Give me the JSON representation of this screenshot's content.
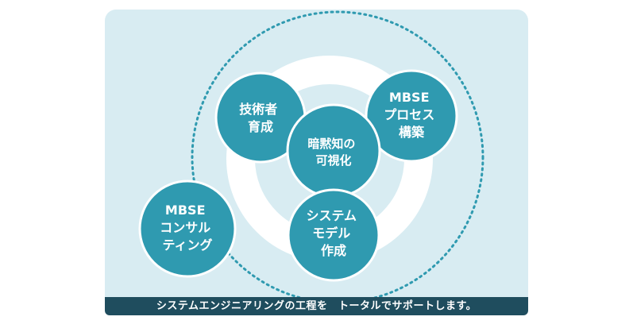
{
  "colors": {
    "panel_background": "#d8ecf2",
    "ring": "#ffffff",
    "circle_fill": "#2f9ab0",
    "circle_stroke": "#ffffff",
    "dotted_orbit": "#2f9ab0",
    "footer_background": "#1f4d5e",
    "text": "#ffffff"
  },
  "circles": {
    "engineer_training": {
      "lines": [
        "技術者",
        "育成"
      ]
    },
    "mbse_process": {
      "lines": [
        "MBSE",
        "プロセス",
        "構築"
      ]
    },
    "tacit_knowledge": {
      "lines": [
        "暗黙知の",
        "可視化"
      ]
    },
    "system_model": {
      "lines": [
        "システム",
        "モデル",
        "作成"
      ]
    },
    "mbse_consulting": {
      "lines": [
        "MBSE",
        "コンサル",
        "ティング"
      ]
    }
  },
  "footer": {
    "text": "システムエンジニアリングの工程を　トータルでサポートします。"
  }
}
